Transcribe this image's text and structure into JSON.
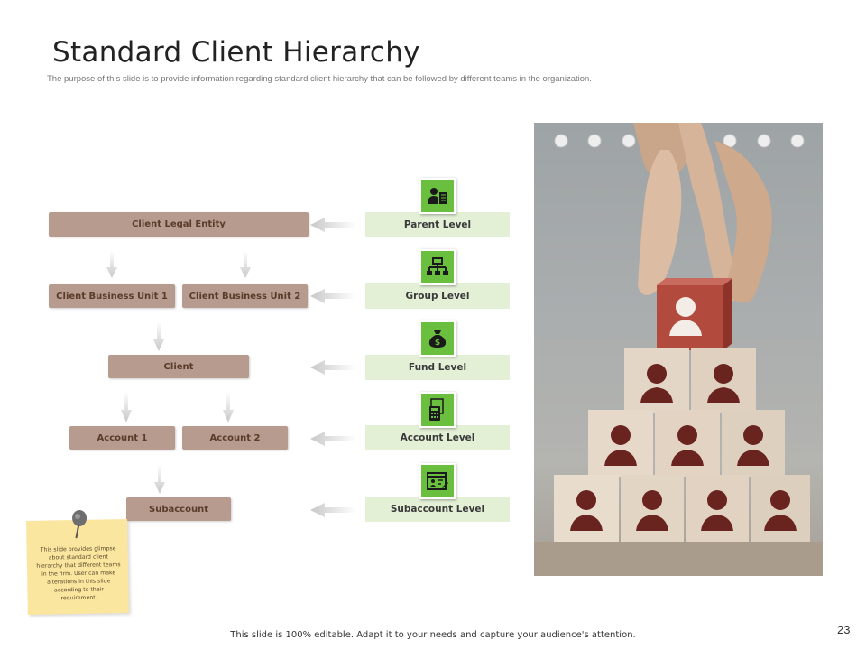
{
  "slide": {
    "title": "Standard Client Hierarchy",
    "subtitle": "The purpose of this slide is to provide information regarding standard client hierarchy that can be followed by different teams in the organization.",
    "footer": "This slide is 100% editable. Adapt it to your needs and capture your audience's attention.",
    "page_number": "23"
  },
  "hierarchy": {
    "legal_entity": "Client Legal Entity",
    "business_unit_1": "Client Business Unit 1",
    "business_unit_2": "Client Business Unit 2",
    "client": "Client",
    "account_1": "Account 1",
    "account_2": "Account 2",
    "subaccount": "Subaccount"
  },
  "levels": [
    {
      "label": "Parent Level",
      "icon": "person-document-icon"
    },
    {
      "label": "Group Level",
      "icon": "org-chart-icon"
    },
    {
      "label": "Fund Level",
      "icon": "money-bag-icon"
    },
    {
      "label": "Account Level",
      "icon": "calculator-document-icon"
    },
    {
      "label": "Subaccount Level",
      "icon": "id-card-icon"
    }
  ],
  "note": {
    "text": "This slide provides glimpse about standard client hierarchy that different teams in the firm. User can make alterations in this slide according to their requirement."
  },
  "colors": {
    "box_fill": "#b89b8f",
    "level_fill": "#e4f0d6",
    "icon_green": "#6bbf3f",
    "note_yellow": "#fbe6a0",
    "cube_red": "#b24a3e"
  }
}
